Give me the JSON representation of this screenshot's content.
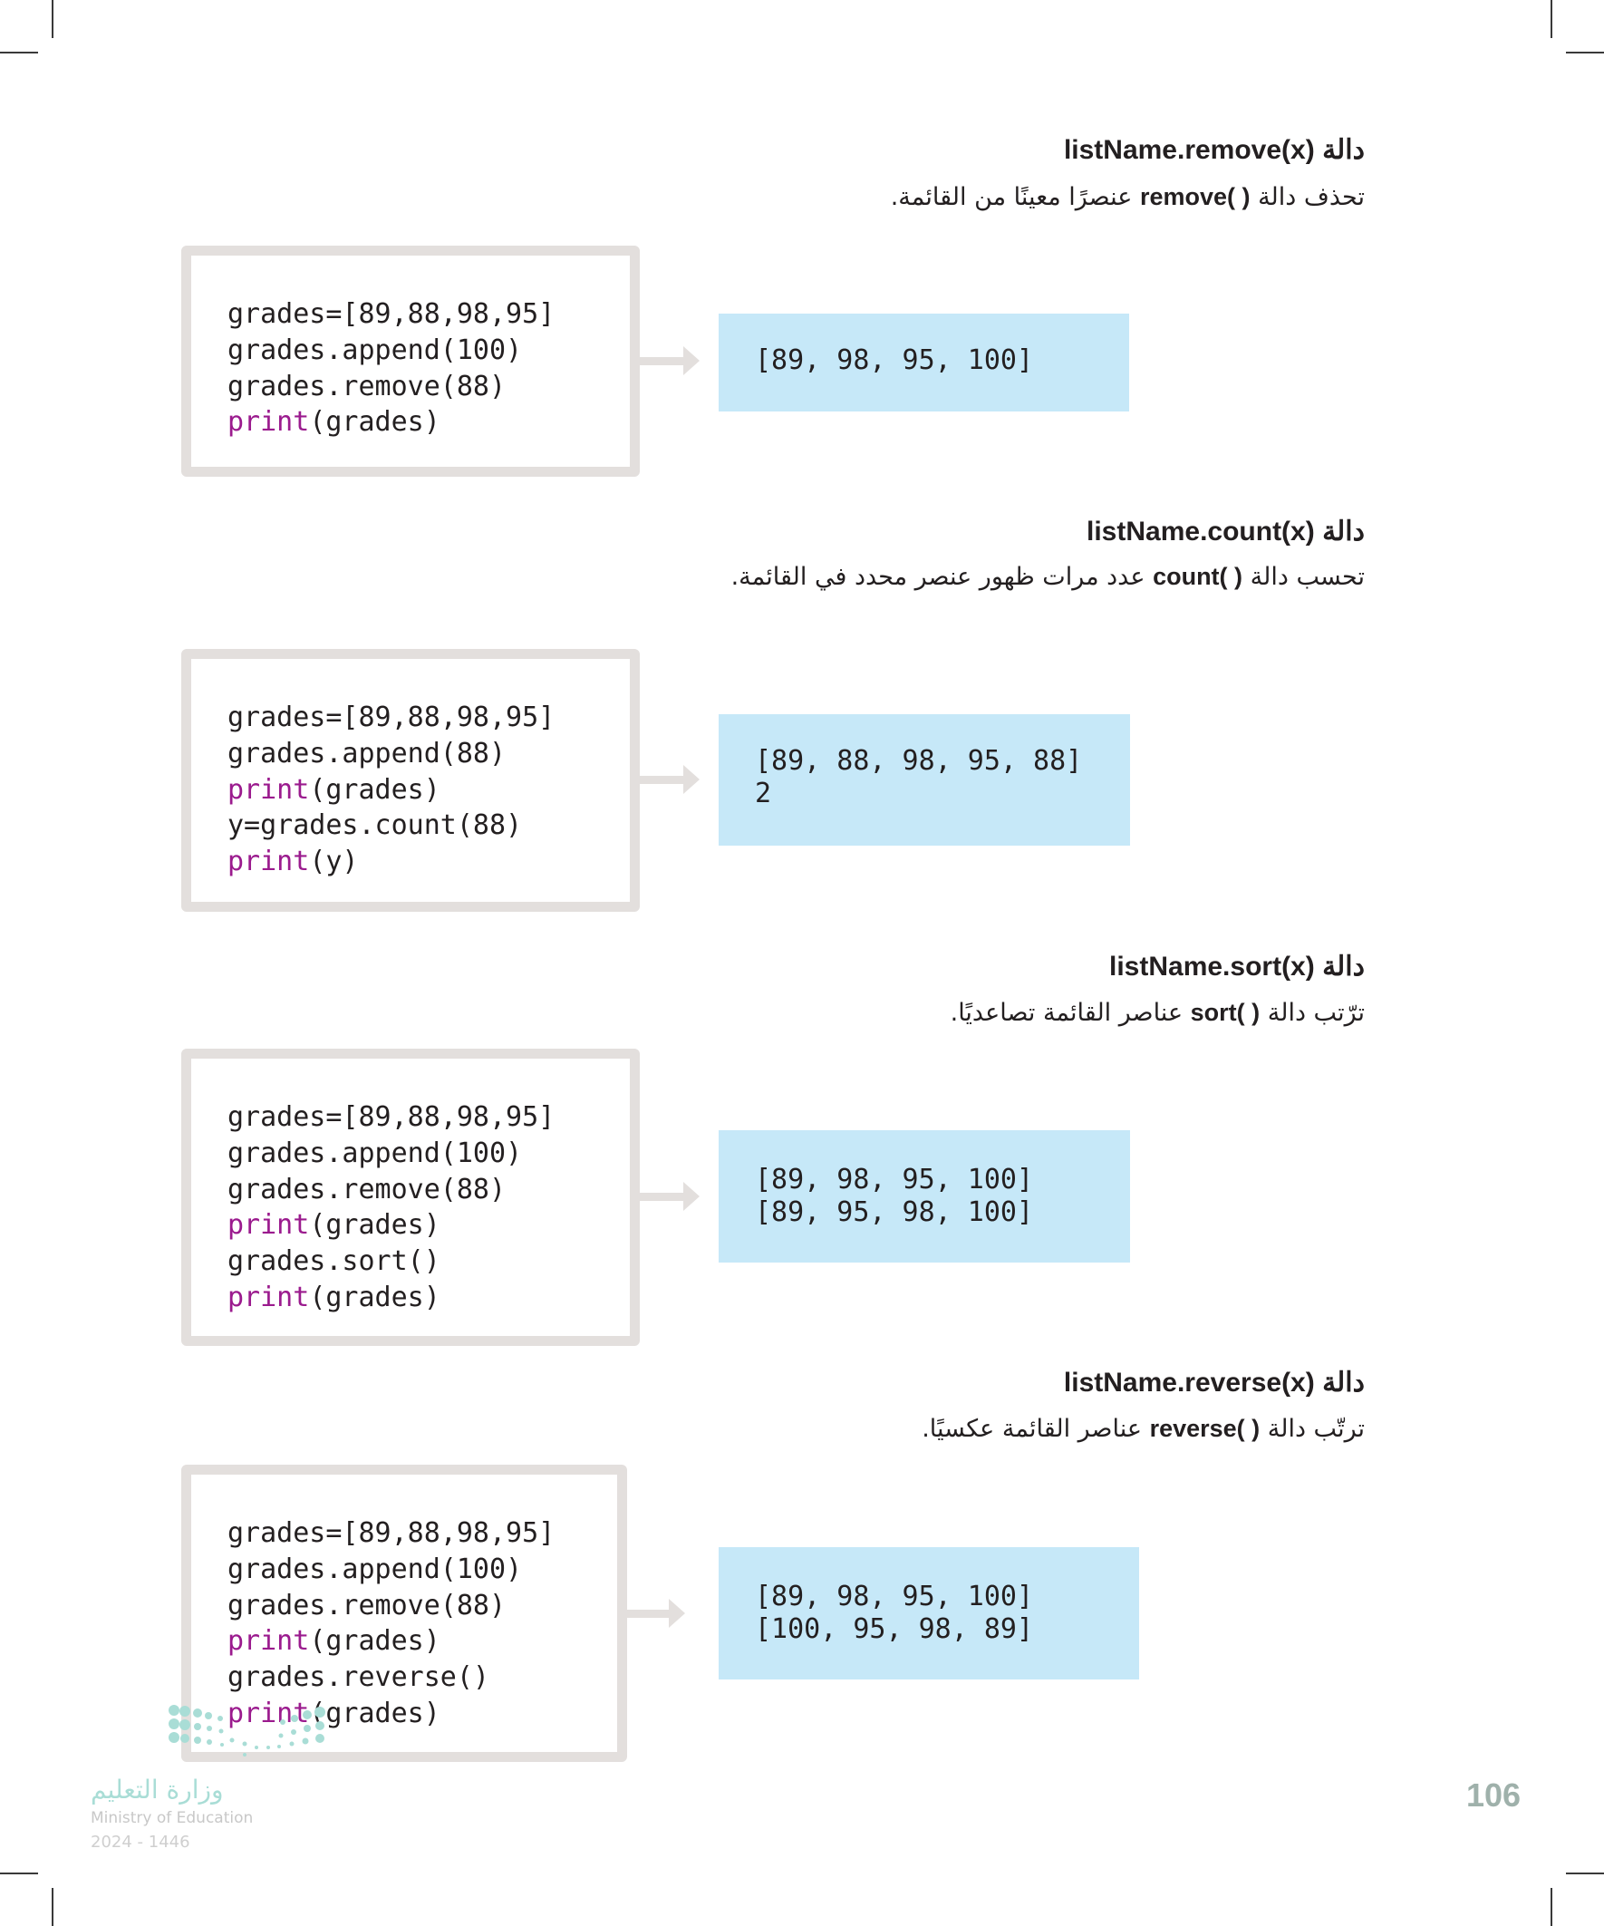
{
  "sections": [
    {
      "heading_prefix": "دالة",
      "heading_code": "listName.remove(x)",
      "desc_before": "تحذف دالة",
      "desc_code": "remove( )",
      "desc_after": "عنصرًا معينًا من القائمة.",
      "code": [
        {
          "kw": "",
          "text": "grades=[89,88,98,95]"
        },
        {
          "kw": "",
          "text": "grades.append(100)"
        },
        {
          "kw": "",
          "text": "grades.remove(88)"
        },
        {
          "kw": "print",
          "text": "(grades)"
        }
      ],
      "output": [
        "[89, 98, 95, 100]"
      ]
    },
    {
      "heading_prefix": "دالة",
      "heading_code": "listName.count(x)",
      "desc_before": "تحسب دالة",
      "desc_code": "count( )",
      "desc_after": "عدد مرات ظهور عنصر محدد في القائمة.",
      "code": [
        {
          "kw": "",
          "text": "grades=[89,88,98,95]"
        },
        {
          "kw": "",
          "text": "grades.append(88)"
        },
        {
          "kw": "print",
          "text": "(grades)"
        },
        {
          "kw": "",
          "text": "y=grades.count(88)"
        },
        {
          "kw": "print",
          "text": "(y)"
        }
      ],
      "output": [
        "[89, 88, 98, 95, 88]",
        "2"
      ]
    },
    {
      "heading_prefix": "دالة",
      "heading_code": "listName.sort(x)",
      "desc_before": "ترّتب دالة",
      "desc_code": "sort( )",
      "desc_after": "عناصر القائمة تصاعديًا.",
      "code": [
        {
          "kw": "",
          "text": "grades=[89,88,98,95]"
        },
        {
          "kw": "",
          "text": "grades.append(100)"
        },
        {
          "kw": "",
          "text": "grades.remove(88)"
        },
        {
          "kw": "print",
          "text": "(grades)"
        },
        {
          "kw": "",
          "text": "grades.sort()"
        },
        {
          "kw": "print",
          "text": "(grades)"
        }
      ],
      "output": [
        "[89, 98, 95, 100]",
        "[89, 95, 98, 100]"
      ]
    },
    {
      "heading_prefix": "دالة",
      "heading_code": "listName.reverse(x)",
      "desc_before": "ترتّب دالة",
      "desc_code": "reverse( )",
      "desc_after": "عناصر القائمة عكسيًا.",
      "code": [
        {
          "kw": "",
          "text": "grades=[89,88,98,95]"
        },
        {
          "kw": "",
          "text": "grades.append(100)"
        },
        {
          "kw": "",
          "text": "grades.remove(88)"
        },
        {
          "kw": "print",
          "text": "(grades)"
        },
        {
          "kw": "",
          "text": "grades.reverse()"
        },
        {
          "kw": "print",
          "text": "(grades)"
        }
      ],
      "output": [
        "[89, 98, 95, 100]",
        "[100, 95, 98, 89]"
      ]
    }
  ],
  "footer": {
    "page_number": "106",
    "logo_arabic": "وزارة التعليم",
    "logo_english": "Ministry of Education",
    "logo_year": "2024 - 1446"
  },
  "colors": {
    "keyword": "#9b1b8e",
    "code_border": "#e3dfdd",
    "output_bg": "#c6e8f8",
    "page_number": "#9fb1ab"
  }
}
